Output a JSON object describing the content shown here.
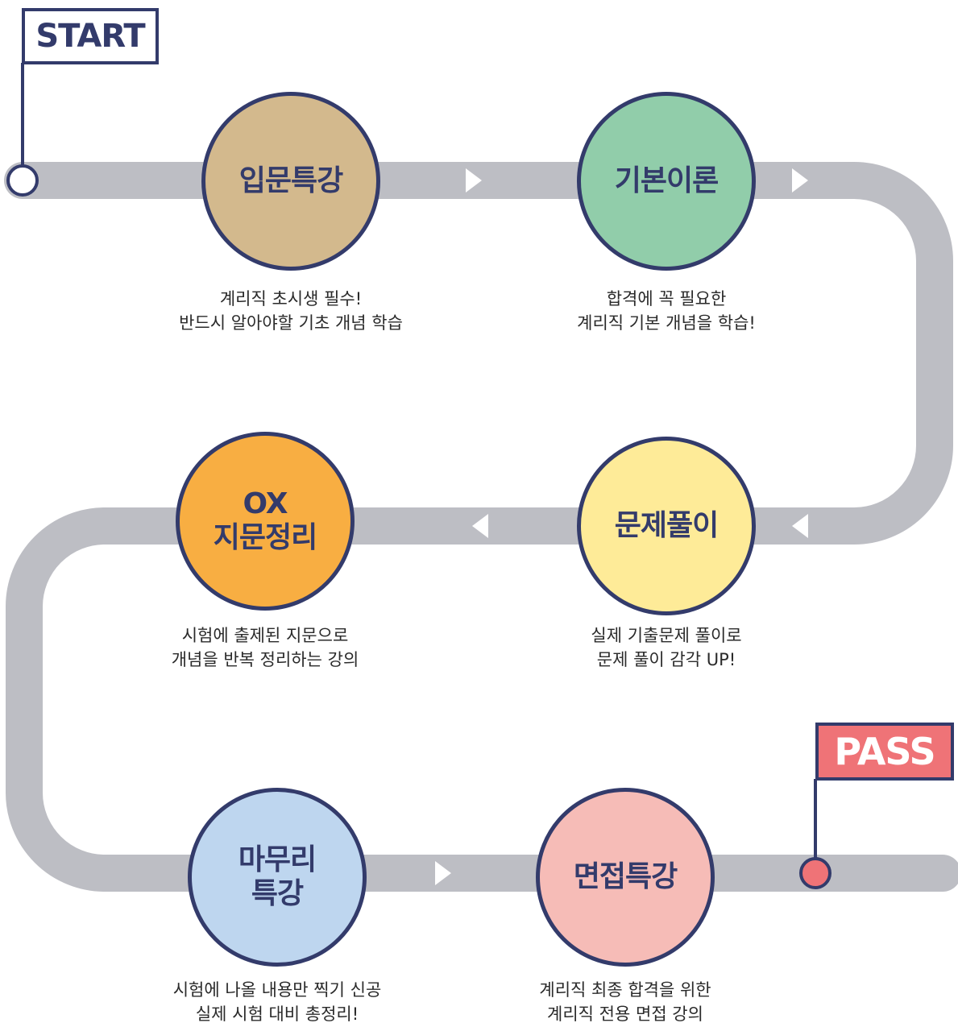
{
  "flags": {
    "start": "START",
    "pass": "PASS"
  },
  "colors": {
    "track": "#bdbec4",
    "outline": "#333b6b",
    "pass_flag": "#ef7377"
  },
  "steps": [
    {
      "title": "입문특강",
      "desc": "계리직 초시생 필수!\n반드시 알아야할 기초 개념 학습",
      "color": "#d3b98d"
    },
    {
      "title": "기본이론",
      "desc": "합격에 꼭 필요한\n계리직 기본 개념을 학습!",
      "color": "#91cdaa"
    },
    {
      "title": "문제풀이",
      "desc": "실제 기출문제 풀이로\n문제 풀이 감각 UP!",
      "color": "#feeb98"
    },
    {
      "title": "OX\n지문정리",
      "desc": "시험에 출제된 지문으로\n개념을 반복 정리하는 강의",
      "color": "#f8ae42"
    },
    {
      "title": "마무리\n특강",
      "desc": "시험에 나올 내용만 찍기 신공\n실제 시험 대비 총정리!",
      "color": "#bed6ef"
    },
    {
      "title": "면접특강",
      "desc": "계리직 최종 합격을 위한\n계리직 전용 면접 강의",
      "color": "#f6bcb7"
    }
  ]
}
